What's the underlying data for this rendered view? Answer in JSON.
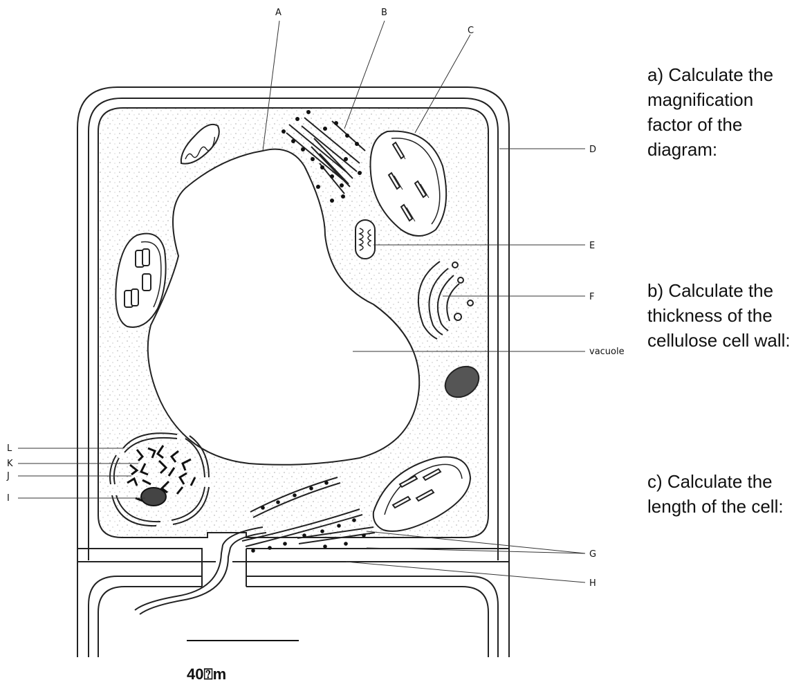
{
  "labels": {
    "A": "A",
    "B": "B",
    "C": "C",
    "D": "D",
    "E": "E",
    "F": "F",
    "vacuole": "vacuole",
    "G": "G",
    "H": "H",
    "I": "I",
    "J": "J",
    "K": "K",
    "L": "L"
  },
  "questions": {
    "a": [
      "a) Calculate the",
      "magnification",
      "factor of the",
      "diagram:"
    ],
    "b": [
      "b) Calculate the",
      "thickness of the",
      "cellulose cell wall:"
    ],
    "c": [
      "c) Calculate the",
      "length of the cell:"
    ]
  },
  "scale_bar": {
    "label": "40⍰m"
  }
}
